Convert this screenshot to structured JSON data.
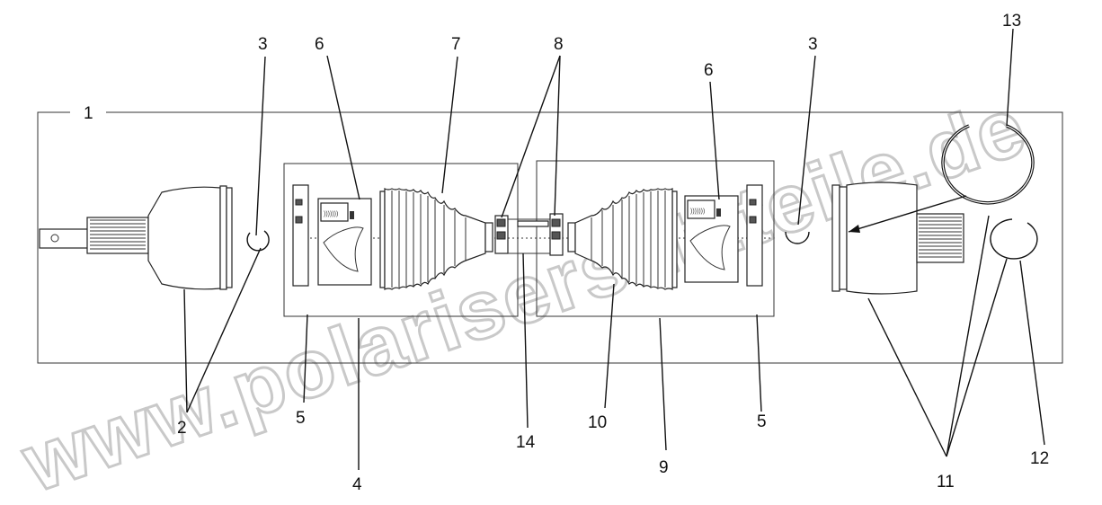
{
  "watermark": "www.polarisersatzteile.de",
  "callouts": [
    "1",
    "2",
    "3",
    "3",
    "4",
    "5",
    "5",
    "6",
    "6",
    "7",
    "8",
    "9",
    "10",
    "11",
    "12",
    "13",
    "14"
  ]
}
